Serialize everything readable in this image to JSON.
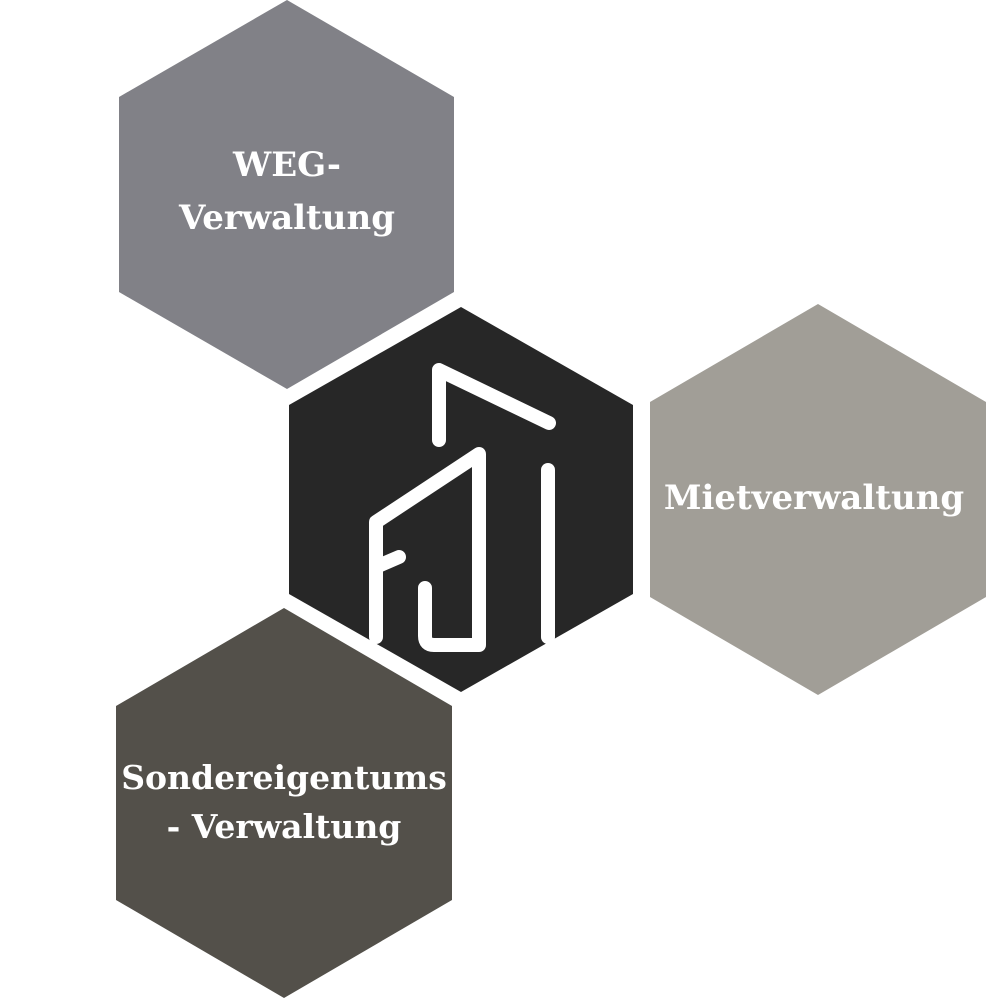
{
  "hexagons": {
    "weg": {
      "line1": "WEG-",
      "line2": "Verwaltung",
      "color": "#818187"
    },
    "miet": {
      "line1": "Mietverwaltung",
      "color": "#a19e97"
    },
    "sonder": {
      "line1": "Sondereigentums",
      "line2": "- Verwaltung",
      "color": "#53504a"
    },
    "center": {
      "color": "#272727",
      "logo_icon": "building-logo-icon",
      "logo_color": "#ffffff"
    }
  }
}
